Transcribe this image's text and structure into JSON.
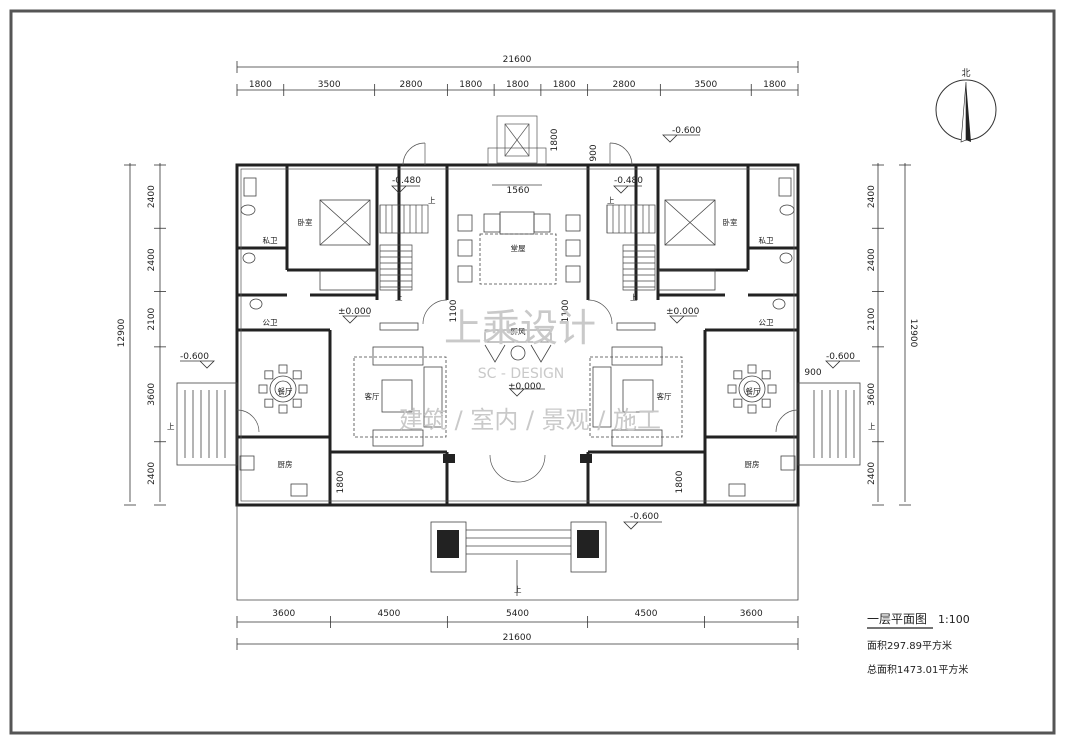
{
  "north_label": "北",
  "dims": {
    "top_total": "21600",
    "top_segments": [
      "1800",
      "3500",
      "2800",
      "1800",
      "1800",
      "1800",
      "2800",
      "3500",
      "1800"
    ],
    "bottom_total": "21600",
    "bottom_segments": [
      "3600",
      "4500",
      "5400",
      "4500",
      "3600"
    ],
    "left_total": "12900",
    "left_segments": [
      "2400",
      "2400",
      "2100",
      "3600",
      "2400"
    ],
    "right_total": "12900",
    "right_segments": [
      "2400",
      "2400",
      "2100",
      "3600",
      "2400"
    ],
    "entry_depth": "1800",
    "wing_depth_left": "1800",
    "wing_depth_right": "1800",
    "hall_width": "1560",
    "stair_left": "1100",
    "stair_right": "1100",
    "side_door": "900",
    "side_door_right": "900"
  },
  "levels": {
    "top_right": "-0.600",
    "stair_left": "-0.480",
    "stair_right": "-0.480",
    "floor_left": "±0.000",
    "floor_right": "±0.000",
    "center": "±0.000",
    "outside_left": "-0.600",
    "outside_right": "-0.600",
    "entrance": "-0.600"
  },
  "rooms": {
    "bedroom_left": "卧室",
    "bedroom_right": "卧室",
    "bath_private_left": "私卫",
    "bath_private_right": "私卫",
    "hall": "堂屋",
    "bath_public_left": "公卫",
    "bath_public_right": "公卫",
    "screen": "屏风",
    "dining_left": "餐厅",
    "dining_right": "餐厅",
    "living_left": "客厅",
    "living_right": "客厅",
    "kitchen_left": "厨房",
    "kitchen_right": "厨房"
  },
  "up_label": "上",
  "watermark": {
    "brand": "上乘设计",
    "brand_en": "SC - DESIGN",
    "services": "建筑 / 室内 / 景观 / 施工"
  },
  "title_block": {
    "title": "一层平面图",
    "scale": "1:100",
    "area": "面积297.89平方米",
    "total_area": "总面积1473.01平方米"
  }
}
